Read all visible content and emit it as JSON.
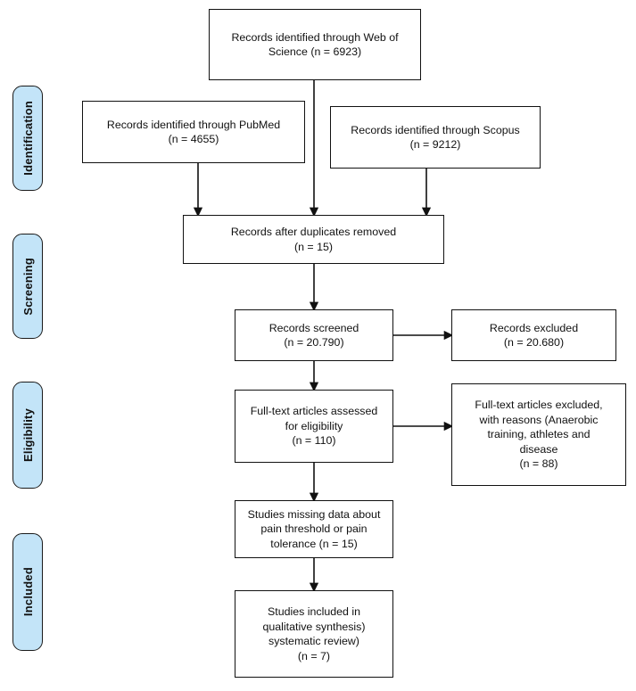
{
  "diagram": {
    "type": "prisma-flow-diagram",
    "title": "PRISMA flow diagram",
    "colors": {
      "stage_tab_fill": "#c3e4f8",
      "stage_tab_border": "#1a1a1a",
      "box_fill": "#ffffff",
      "box_border": "#111111",
      "text": "#111111",
      "connector": "#111111"
    }
  },
  "stages": [
    {
      "id": "identification",
      "label": "Identification"
    },
    {
      "id": "screening",
      "label": "Screening"
    },
    {
      "id": "eligibility",
      "label": "Eligibility"
    },
    {
      "id": "included",
      "label": "Included"
    }
  ],
  "boxes": {
    "web_of_science": {
      "text": "Records identified through Web of\nScience (n = 6923)",
      "source": "Web of Science",
      "n": 6923
    },
    "pubmed": {
      "text": "Records identified through PubMed\n(n = 4655)",
      "source": "PubMed",
      "n": 4655
    },
    "scopus": {
      "text": "Records identified through Scopus\n(n = 9212)",
      "source": "Scopus",
      "n": 9212
    },
    "duplicates_removed": {
      "text": "Records after duplicates removed\n(n = 15)",
      "n": 15
    },
    "records_screened": {
      "text": "Records screened\n(n = 20.790)",
      "n": "20.790"
    },
    "records_excluded": {
      "text": "Records excluded\n(n = 20.680)",
      "n": "20.680"
    },
    "fulltext_assessed": {
      "text": "Full-text articles assessed\nfor eligibility\n(n = 110)",
      "n": 110
    },
    "fulltext_excluded": {
      "text": "Full-text articles excluded,\nwith reasons (Anaerobic\ntraining, athletes and\ndisease\n(n = 88)",
      "n": 88,
      "reasons": "Anaerobic training, athletes and disease"
    },
    "missing_data": {
      "text": "Studies missing data about\npain threshold or pain\ntolerance (n = 15)",
      "n": 15
    },
    "studies_included": {
      "text": "Studies included in\nqualitative synthesis)\nsystematic review)\n(n = 7)",
      "n": 7
    }
  }
}
